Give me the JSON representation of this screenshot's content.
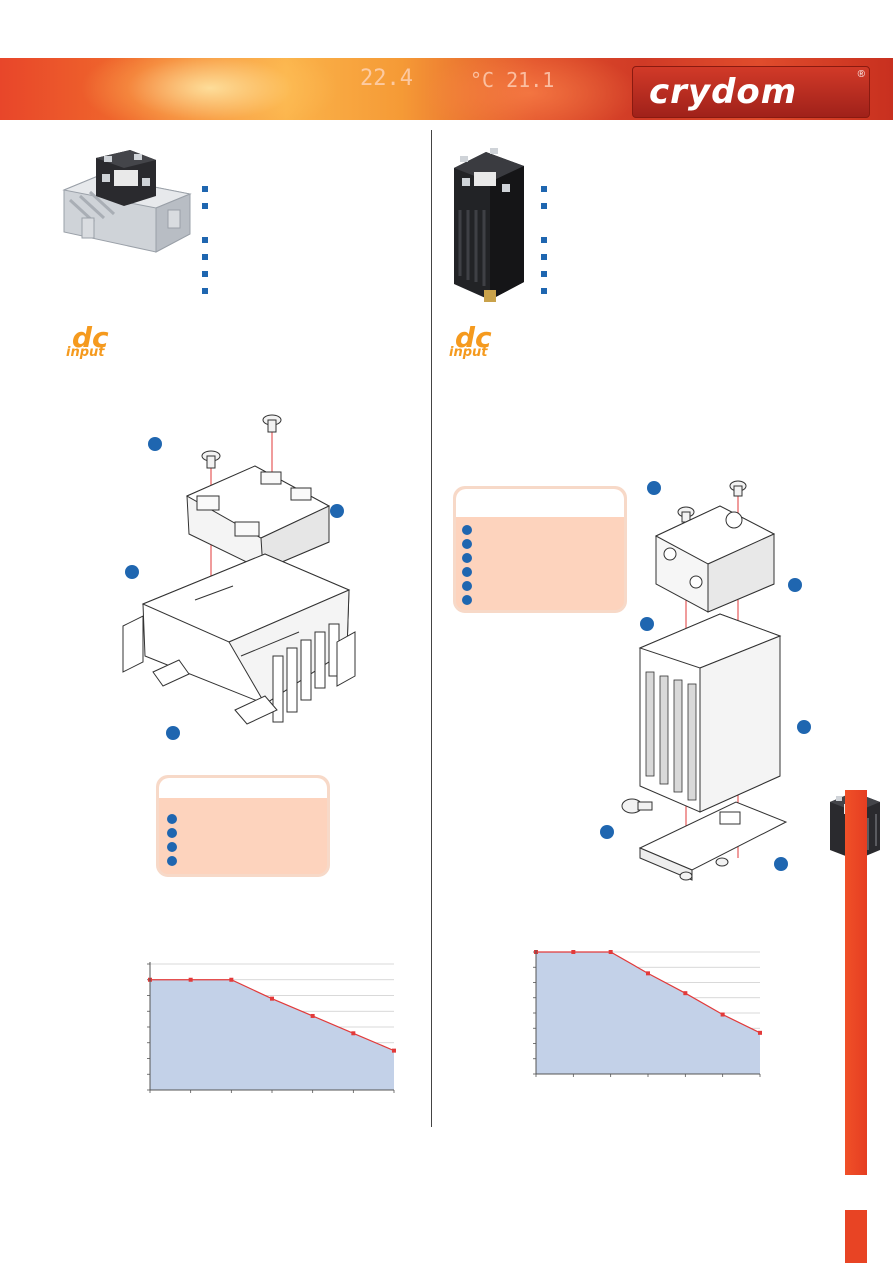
{
  "header": {
    "banner_digits_left": "22.4",
    "banner_digits_right": "°C 21.1",
    "logo_text": "crydom",
    "logo_mark": "®"
  },
  "left_panel": {
    "input_badge": {
      "big": "dc",
      "small": "input"
    },
    "bullet_count": 6,
    "legend_dot_count": 4,
    "chart_data": {
      "type": "area",
      "x": [
        0,
        1,
        2,
        3,
        4,
        5,
        6
      ],
      "values": [
        7,
        7,
        7,
        5.8,
        4.7,
        3.6,
        2.5
      ],
      "ylim": [
        0,
        8
      ],
      "xlim": [
        0,
        6
      ],
      "fill_color": "#c3d1e8",
      "line_color": "#e23a3a",
      "grid": "horizontal"
    }
  },
  "right_panel": {
    "input_badge": {
      "big": "dc",
      "small": "input"
    },
    "bullet_count": 6,
    "legend_dot_count": 6,
    "chart_data": {
      "type": "area",
      "x": [
        0,
        1,
        2,
        3,
        4,
        5,
        6
      ],
      "values": [
        8,
        8,
        8,
        6.6,
        5.3,
        3.9,
        2.7
      ],
      "ylim": [
        0,
        8
      ],
      "xlim": [
        0,
        6
      ],
      "fill_color": "#c3d1e8",
      "line_color": "#e23a3a",
      "grid": "horizontal"
    }
  },
  "colors": {
    "accent_blue": "#1f66b0",
    "legend_fill": "#fdd3bd",
    "brand_red": "#e84424",
    "dc_orange": "#f59a1e"
  }
}
